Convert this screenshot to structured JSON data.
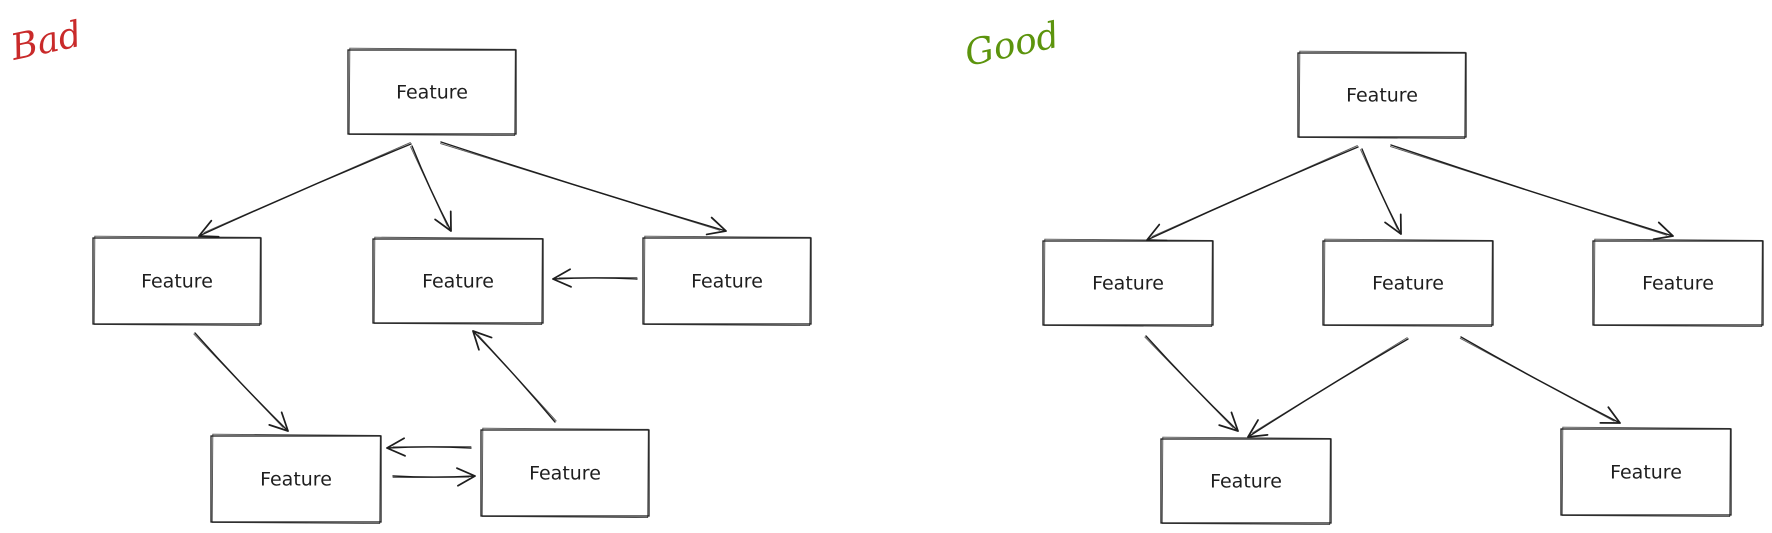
{
  "panels": [
    {
      "id": "bad",
      "title": "Bad",
      "title_color": "#c92a2a",
      "nodes": [
        {
          "id": "b_top",
          "label": "Feature"
        },
        {
          "id": "b_left",
          "label": "Feature"
        },
        {
          "id": "b_mid",
          "label": "Feature"
        },
        {
          "id": "b_right",
          "label": "Feature"
        },
        {
          "id": "b_bl",
          "label": "Feature"
        },
        {
          "id": "b_br",
          "label": "Feature"
        }
      ],
      "edges": [
        {
          "from": "b_top",
          "to": "b_left"
        },
        {
          "from": "b_top",
          "to": "b_mid"
        },
        {
          "from": "b_top",
          "to": "b_right"
        },
        {
          "from": "b_right",
          "to": "b_mid"
        },
        {
          "from": "b_left",
          "to": "b_bl"
        },
        {
          "from": "b_br",
          "to": "b_mid"
        },
        {
          "from": "b_br",
          "to": "b_bl"
        },
        {
          "from": "b_bl",
          "to": "b_br"
        }
      ]
    },
    {
      "id": "good",
      "title": "Good",
      "title_color": "#5c940d",
      "nodes": [
        {
          "id": "g_top",
          "label": "Feature"
        },
        {
          "id": "g_left",
          "label": "Feature"
        },
        {
          "id": "g_mid",
          "label": "Feature"
        },
        {
          "id": "g_right",
          "label": "Feature"
        },
        {
          "id": "g_bl",
          "label": "Feature"
        },
        {
          "id": "g_br",
          "label": "Feature"
        }
      ],
      "edges": [
        {
          "from": "g_top",
          "to": "g_left"
        },
        {
          "from": "g_top",
          "to": "g_mid"
        },
        {
          "from": "g_top",
          "to": "g_right"
        },
        {
          "from": "g_left",
          "to": "g_bl"
        },
        {
          "from": "g_mid",
          "to": "g_bl"
        },
        {
          "from": "g_mid",
          "to": "g_br"
        }
      ]
    }
  ],
  "colors": {
    "stroke": "#1e1e1e",
    "background": "#ffffff"
  }
}
